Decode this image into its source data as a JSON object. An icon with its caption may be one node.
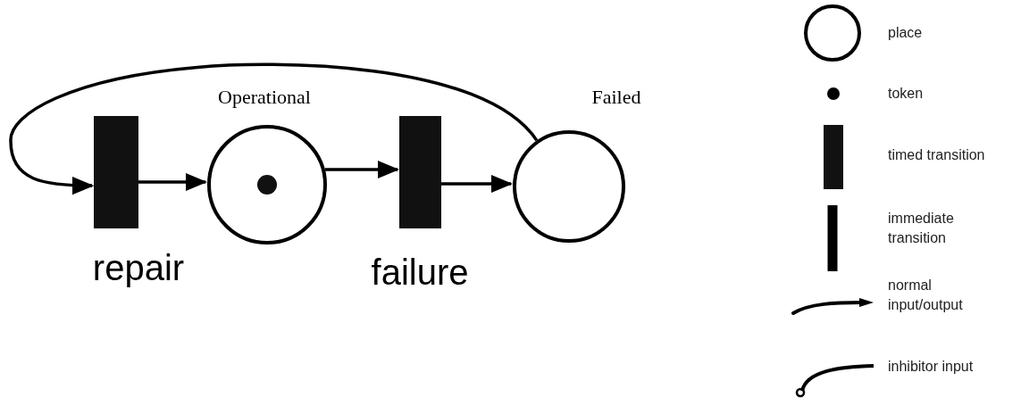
{
  "diagram": {
    "nodes": [
      {
        "text": [],
        "shape": "bar",
        "beside": [
          "repair"
        ]
      },
      {
        "text": [],
        "shape": "circle",
        "beside": [
          "Operational"
        ]
      },
      {
        "text": [],
        "shape": "dot",
        "in": 1
      },
      {
        "text": [],
        "shape": "bar",
        "beside": [
          "failure"
        ]
      },
      {
        "text": [],
        "shape": "circle",
        "beside": [
          "Failed"
        ]
      }
    ],
    "edges": [
      {
        "from": 0,
        "to": 1,
        "arrow": "to"
      },
      {
        "from": 1,
        "to": 3,
        "arrow": "to"
      },
      {
        "from": 3,
        "to": 4,
        "arrow": "to"
      },
      {
        "from": 4,
        "to": 0,
        "arrow": "to"
      }
    ],
    "legend": [
      {
        "text": "place"
      },
      {
        "text": "token"
      },
      {
        "text": "timed transition"
      },
      {
        "text": "immediate transition"
      },
      {
        "text": "normal input/output"
      },
      {
        "text": "inhibitor input"
      }
    ]
  }
}
